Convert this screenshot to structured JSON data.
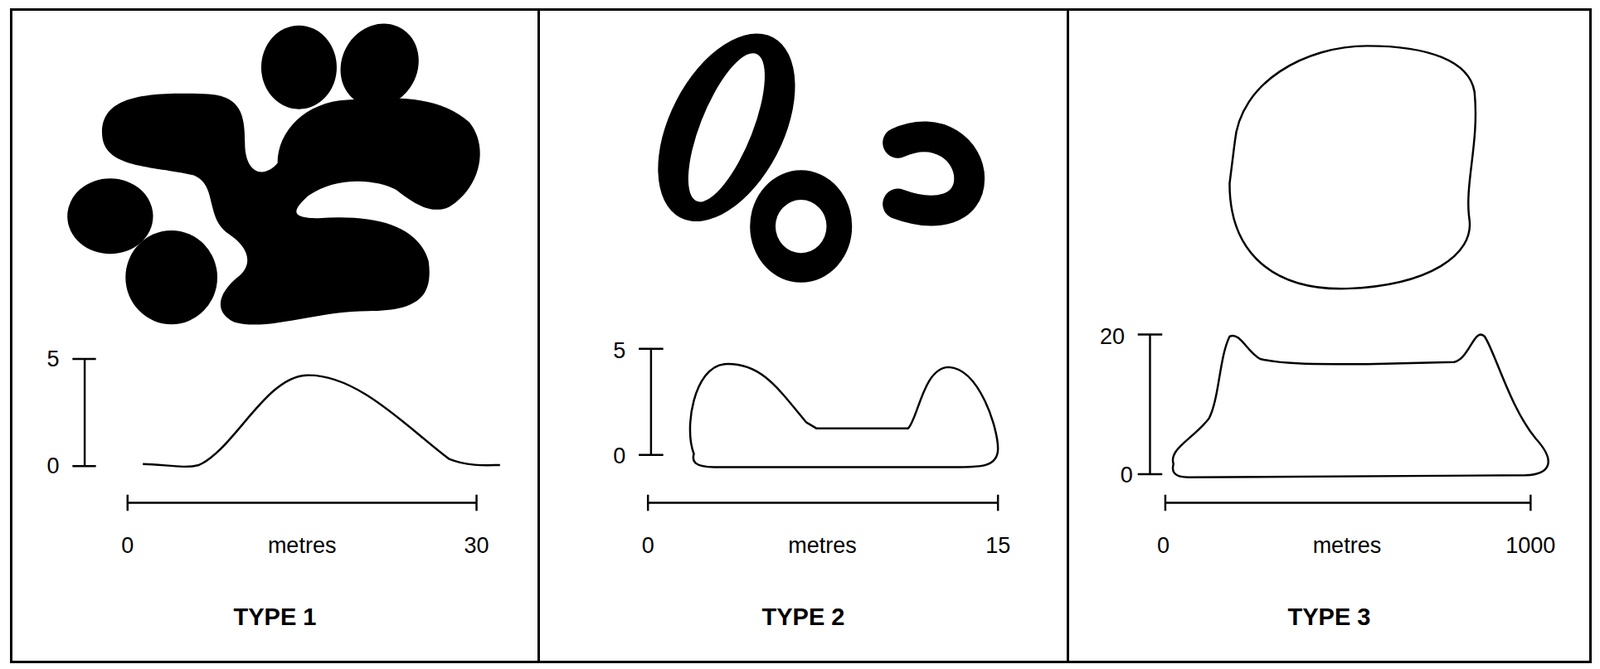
{
  "diagram": {
    "nodes": [
      {
        "text": [
          "TYPE 1"
        ]
      },
      {
        "text": [
          "TYPE 2"
        ]
      },
      {
        "text": [
          "TYPE 3"
        ]
      }
    ],
    "labels": [
      "5",
      "0",
      "0",
      "metres",
      "30",
      "5",
      "0",
      "0",
      "metres",
      "15",
      "20",
      "0",
      "0",
      "metres",
      "1000"
    ]
  }
}
